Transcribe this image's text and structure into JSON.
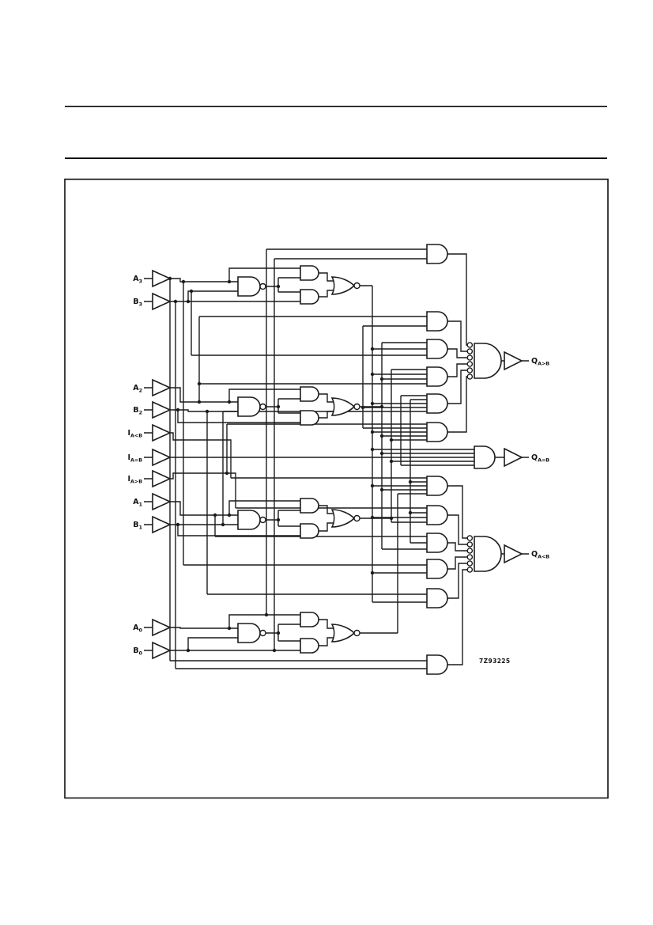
{
  "page": {
    "background": "#ffffff",
    "ink": "#1c1c1c"
  },
  "diagram": {
    "inputs": [
      {
        "base": "A",
        "sub": "3"
      },
      {
        "base": "B",
        "sub": "3"
      },
      {
        "base": "A",
        "sub": "2"
      },
      {
        "base": "B",
        "sub": "2"
      },
      {
        "base": "I",
        "sub": "A<B"
      },
      {
        "base": "I",
        "sub": "A=B"
      },
      {
        "base": "I",
        "sub": "A>B"
      },
      {
        "base": "A",
        "sub": "1"
      },
      {
        "base": "B",
        "sub": "1"
      },
      {
        "base": "A",
        "sub": "0"
      },
      {
        "base": "B",
        "sub": "0"
      }
    ],
    "outputs": [
      {
        "base": "Q",
        "sub": "A>B"
      },
      {
        "base": "Q",
        "sub": "A=B"
      },
      {
        "base": "Q",
        "sub": "A<B"
      }
    ],
    "code": "7Z93225"
  }
}
